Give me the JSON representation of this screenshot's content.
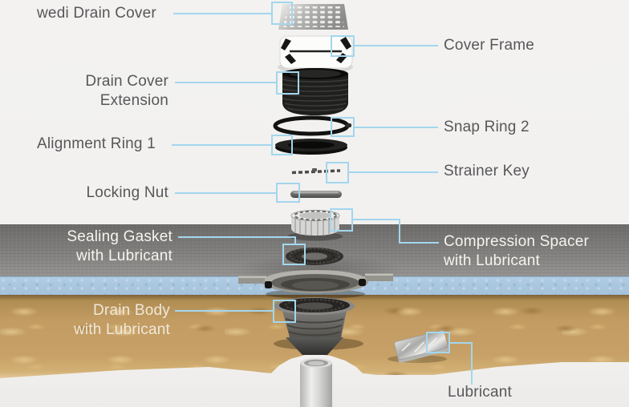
{
  "labels": {
    "wedi_drain_cover": "wedi Drain Cover",
    "cover_frame": "Cover Frame",
    "drain_cover_extension": "Drain Cover\nExtension",
    "snap_ring_2": "Snap Ring 2",
    "alignment_ring_1": "Alignment Ring 1",
    "strainer_key": "Strainer Key",
    "locking_nut": "Locking Nut",
    "sealing_gasket": "Sealing Gasket\nwith Lubricant",
    "compression_spacer": "Compression Spacer\nwith Lubricant",
    "drain_body": "Drain Body\nwith Lubricant",
    "lubricant": "Lubricant"
  },
  "colors": {
    "background": "#f2f1ef",
    "callout_blue": "#a3d6ee",
    "label_dark": "#57575a",
    "label_light": "#f6f4f0",
    "mortar_band_gray": "#7d7c7a",
    "board_band_blue": "#a9c6df",
    "subfloor_wood": "#c29c62"
  }
}
